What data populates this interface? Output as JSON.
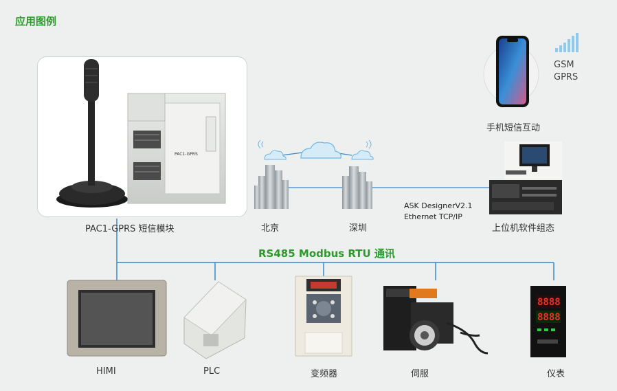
{
  "title": "应用图例",
  "module": {
    "label": "PAC1-GPRS 短信模块",
    "device_text": "PAC1-GPRS"
  },
  "phone": {
    "label": "手机短信互动",
    "signal_line1": "GSM",
    "signal_line2": "GPRS"
  },
  "cities": {
    "beijing": "北京",
    "shenzhen": "深圳"
  },
  "network": {
    "line1": "ASK DesignerV2.1",
    "line2": "Ethernet TCP/IP"
  },
  "computer": {
    "label": "上位机软件组态"
  },
  "bus": {
    "label": "RS485 Modbus RTU 通讯"
  },
  "devices": {
    "himi": "HIMI",
    "plc": "PLC",
    "inverter": "变频器",
    "servo": "伺服",
    "meter": "仪表"
  },
  "colors": {
    "title": "#2e9a2e",
    "line": "#3a86c8",
    "background": "#edf0ee"
  }
}
